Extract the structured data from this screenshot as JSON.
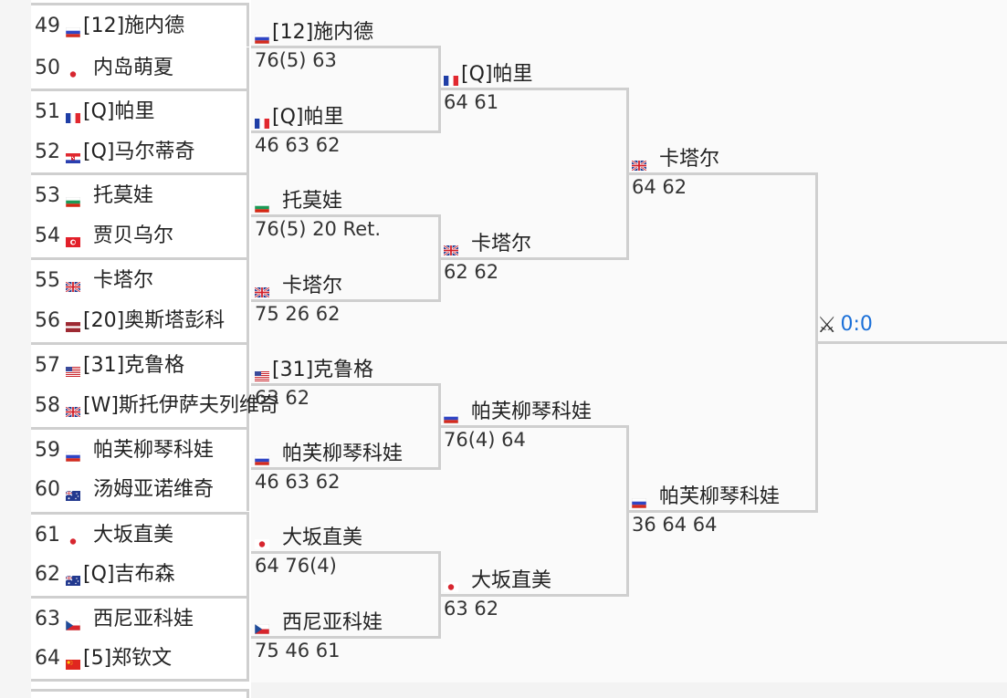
{
  "round1": [
    {
      "num": "49",
      "flag": "russia-flag",
      "seed": "[12]",
      "name": "施内德"
    },
    {
      "num": "50",
      "flag": "japan-flag",
      "seed": "",
      "name": "内岛萌夏"
    },
    {
      "num": "51",
      "flag": "france-flag",
      "seed": "[Q]",
      "name": "帕里"
    },
    {
      "num": "52",
      "flag": "croatia-flag",
      "seed": "[Q]",
      "name": "马尔蒂奇"
    },
    {
      "num": "53",
      "flag": "bulgaria-flag",
      "seed": "",
      "name": "托莫娃"
    },
    {
      "num": "54",
      "flag": "tunisia-flag",
      "seed": "",
      "name": "贾贝乌尔"
    },
    {
      "num": "55",
      "flag": "uk-flag",
      "seed": "",
      "name": "卡塔尔"
    },
    {
      "num": "56",
      "flag": "latvia-flag",
      "seed": "[20]",
      "name": "奥斯塔彭科"
    },
    {
      "num": "57",
      "flag": "usa-flag",
      "seed": "[31]",
      "name": "克鲁格"
    },
    {
      "num": "58",
      "flag": "uk-flag",
      "seed": "[W]",
      "name": "斯托伊萨夫列维奇"
    },
    {
      "num": "59",
      "flag": "russia-flag",
      "seed": "",
      "name": "帕芙柳琴科娃"
    },
    {
      "num": "60",
      "flag": "australia-flag",
      "seed": "",
      "name": "汤姆亚诺维奇"
    },
    {
      "num": "61",
      "flag": "japan-flag",
      "seed": "",
      "name": "大坂直美"
    },
    {
      "num": "62",
      "flag": "australia-flag",
      "seed": "[Q]",
      "name": "吉布森"
    },
    {
      "num": "63",
      "flag": "czech-flag",
      "seed": "",
      "name": "西尼亚科娃"
    },
    {
      "num": "64",
      "flag": "china-flag",
      "seed": "[5]",
      "name": "郑钦文"
    }
  ],
  "round2": [
    {
      "flag": "russia-flag",
      "seed": "[12]",
      "name": "施内德",
      "score": "76(5) 63"
    },
    {
      "flag": "france-flag",
      "seed": "[Q]",
      "name": "帕里",
      "score": "46 63 62"
    },
    {
      "flag": "bulgaria-flag",
      "seed": "",
      "name": "托莫娃",
      "score": "76(5) 20 Ret."
    },
    {
      "flag": "uk-flag",
      "seed": "",
      "name": "卡塔尔",
      "score": "75 26 62"
    },
    {
      "flag": "usa-flag",
      "seed": "[31]",
      "name": "克鲁格",
      "score": "63 62"
    },
    {
      "flag": "russia-flag",
      "seed": "",
      "name": "帕芙柳琴科娃",
      "score": "46 63 62"
    },
    {
      "flag": "japan-flag",
      "seed": "",
      "name": "大坂直美",
      "score": "64 76(4)"
    },
    {
      "flag": "czech-flag",
      "seed": "",
      "name": "西尼亚科娃",
      "score": "75 46 61"
    }
  ],
  "round3": [
    {
      "flag": "france-flag",
      "seed": "[Q]",
      "name": "帕里",
      "score": "64 61"
    },
    {
      "flag": "uk-flag",
      "seed": "",
      "name": "卡塔尔",
      "score": "62 62"
    },
    {
      "flag": "russia-flag",
      "seed": "",
      "name": "帕芙柳琴科娃",
      "score": "76(4) 64"
    },
    {
      "flag": "japan-flag",
      "seed": "",
      "name": "大坂直美",
      "score": "63 62"
    }
  ],
  "round4": [
    {
      "flag": "uk-flag",
      "seed": "",
      "name": "卡塔尔",
      "score": "64 62"
    },
    {
      "flag": "russia-flag",
      "seed": "",
      "name": "帕芙柳琴科娃",
      "score": "36 64 64"
    }
  ],
  "final_slot": {
    "icon": "crossed-swords-icon",
    "score": "0:0"
  }
}
